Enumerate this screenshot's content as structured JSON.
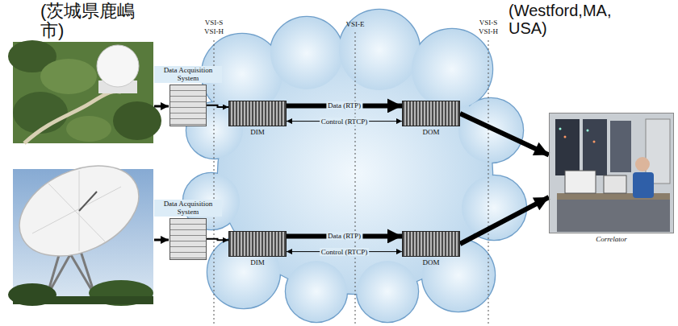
{
  "diagram": {
    "nodes": [
      {
        "text": [
          "Data Acquisition System"
        ]
      },
      {
        "text": [
          "DIM"
        ]
      },
      {
        "text": [
          "DOM"
        ]
      },
      {
        "text": [
          "Data Acquisition System"
        ]
      },
      {
        "text": [
          "DIM"
        ]
      },
      {
        "text": [
          "DOM"
        ]
      },
      {
        "text": [
          "Correlator"
        ]
      }
    ],
    "edges": [
      {
        "from": 0,
        "to": 1,
        "arrow": "to"
      },
      {
        "from": 1,
        "to": 2,
        "label": "Data (RTP)",
        "arrow": "to"
      },
      {
        "from": 1,
        "to": 2,
        "label": "Control (RTCP)",
        "arrow": "both"
      },
      {
        "from": 2,
        "to": 6,
        "arrow": "to"
      },
      {
        "from": 3,
        "to": 4,
        "arrow": "to"
      },
      {
        "from": 4,
        "to": 5,
        "label": "Data (RTP)",
        "arrow": "to"
      },
      {
        "from": 4,
        "to": 5,
        "label": "Control (RTCP)",
        "arrow": "both"
      },
      {
        "from": 5,
        "to": 6,
        "arrow": "to"
      }
    ],
    "labels": [
      "(茨城県鹿嶋市)",
      "(Westford,MA, USA)",
      "VSI-S",
      "VSI-H",
      "VSI-E",
      "VSI-S",
      "VSI-H"
    ]
  }
}
